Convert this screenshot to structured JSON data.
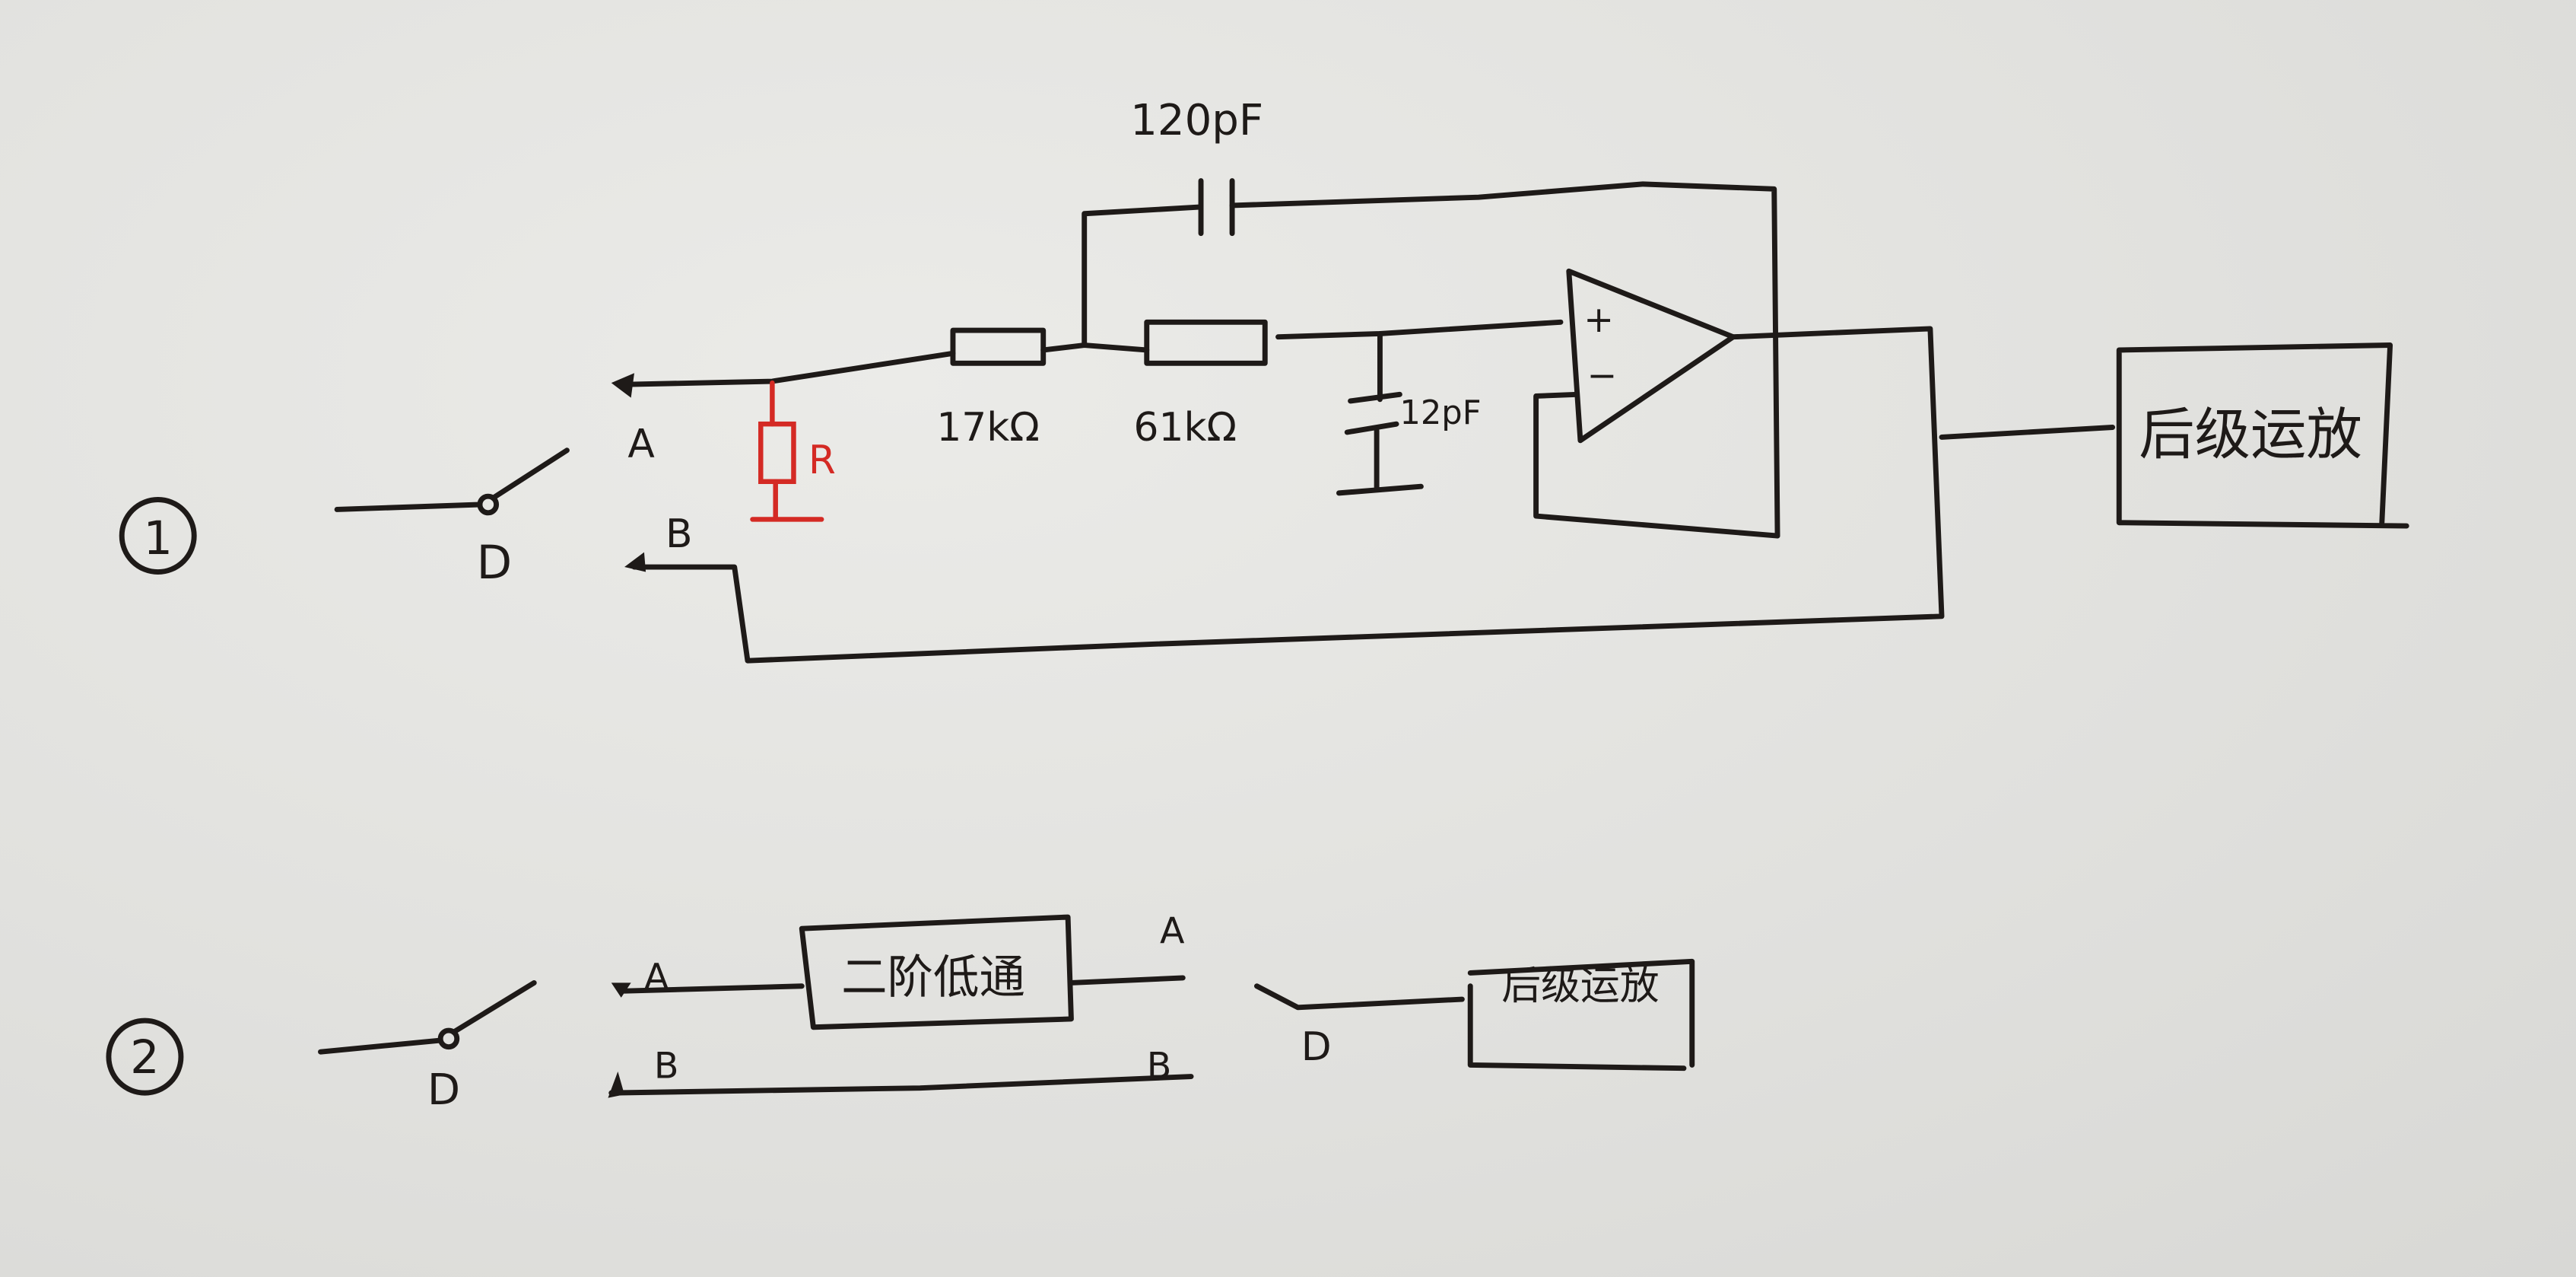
{
  "circuit1": {
    "index_label": "1",
    "switch_label": "D",
    "terminal_a": "A",
    "terminal_b": "B",
    "shunt_resistor": "R",
    "resistor1": "17kΩ",
    "resistor2": "61kΩ",
    "feedback_cap": "120pF",
    "ground_cap": "12pF",
    "opamp_plus": "+",
    "opamp_minus": "−",
    "next_stage": "后级运放"
  },
  "circuit2": {
    "index_label": "2",
    "switch_label_left": "D",
    "switch_label_right": "D",
    "terminal_a_in": "A",
    "terminal_b_in": "B",
    "terminal_a_out": "A",
    "terminal_b_out": "B",
    "filter_block": "二阶低通",
    "next_stage": "后级运放"
  },
  "colors": {
    "ink": "#1e1a18",
    "red_ink": "#d42a24",
    "paper": "#e2e2df"
  }
}
